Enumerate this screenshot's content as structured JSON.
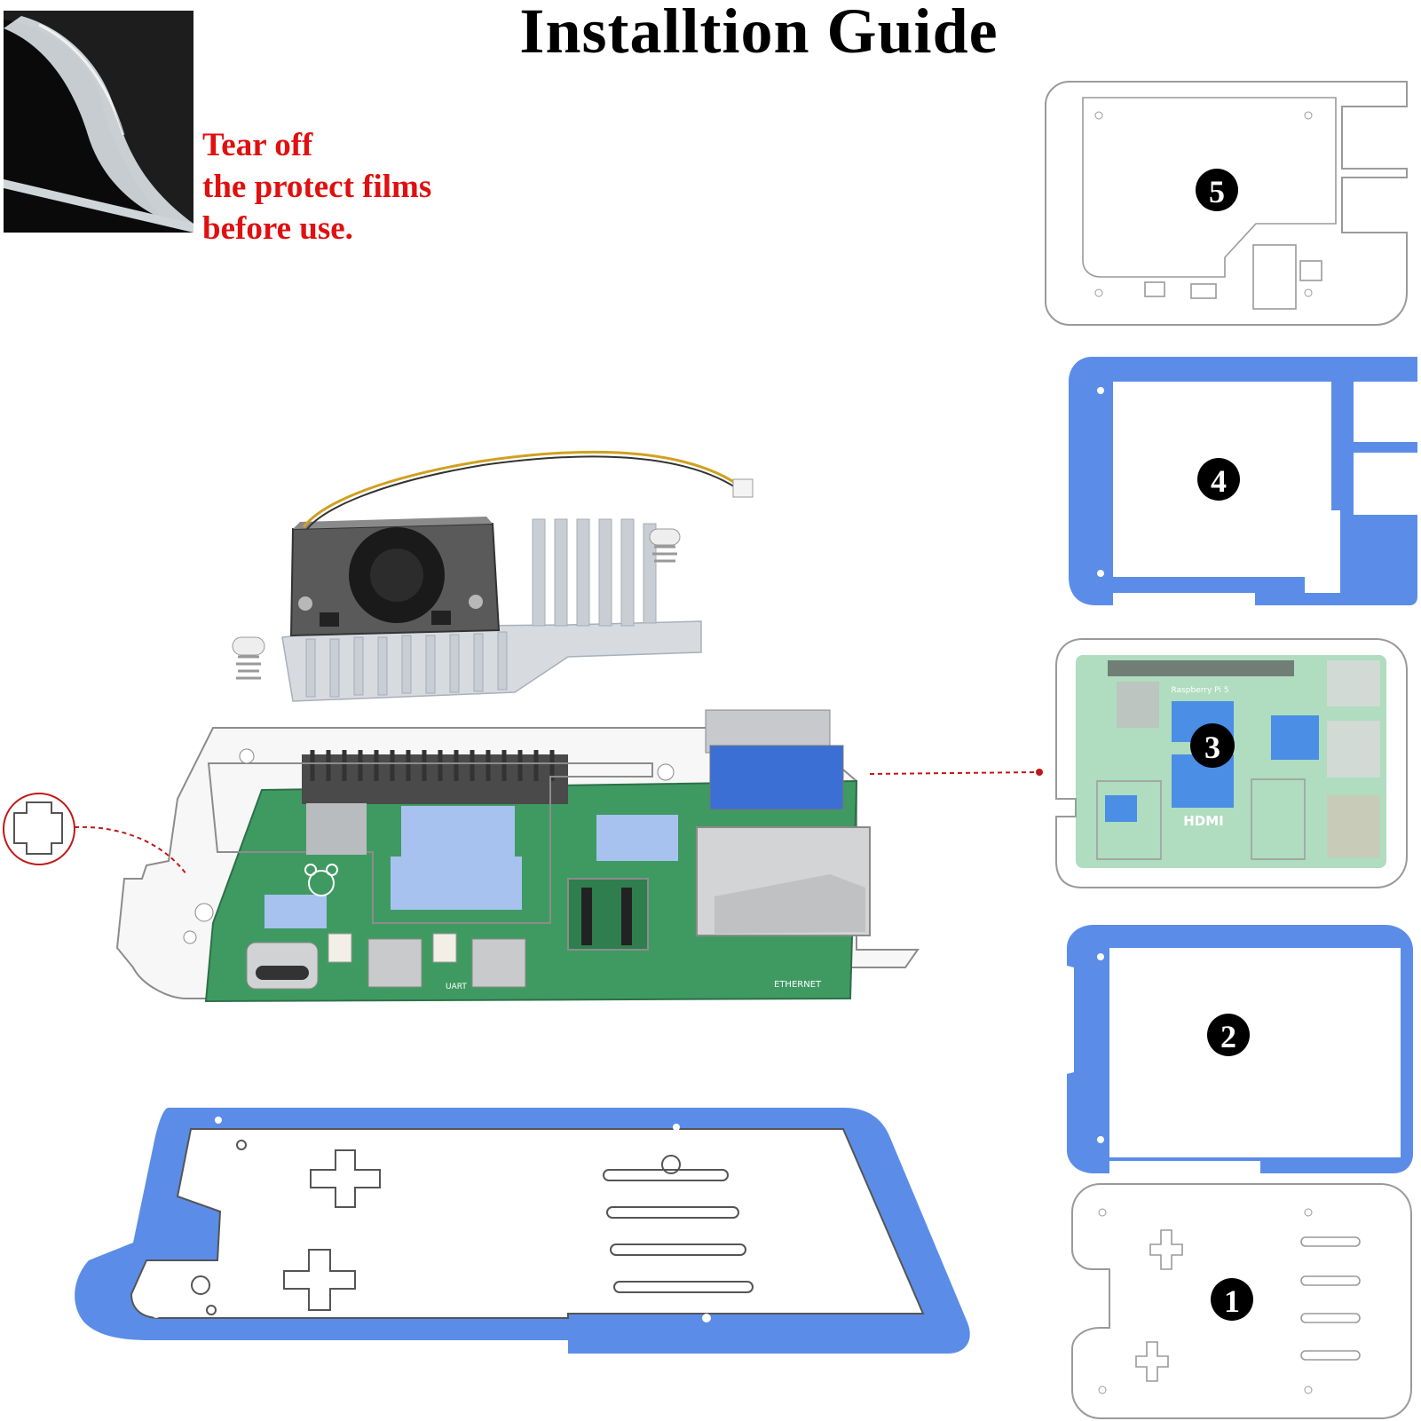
{
  "title": "Installtion Guide",
  "note": {
    "line1": "Tear off",
    "line2": "the protect films",
    "line3": "before use."
  },
  "layers": [
    {
      "label": "5",
      "color": "#ffffff"
    },
    {
      "label": "4",
      "color": "#5b8de8"
    },
    {
      "label": "3",
      "color": "#ffffff"
    },
    {
      "label": "2",
      "color": "#5b8de8"
    },
    {
      "label": "1",
      "color": "#ffffff"
    }
  ],
  "board": {
    "brand": "Raspberry Pi 5",
    "hdmi": "HDMI",
    "ethernet": "ETHERNET",
    "uart": "UART"
  },
  "colors": {
    "accent_blue": "#5b8de8",
    "note_red": "#e01010",
    "pcb_green": "#3f9a62",
    "pad_blue": "#a7c2ee"
  }
}
